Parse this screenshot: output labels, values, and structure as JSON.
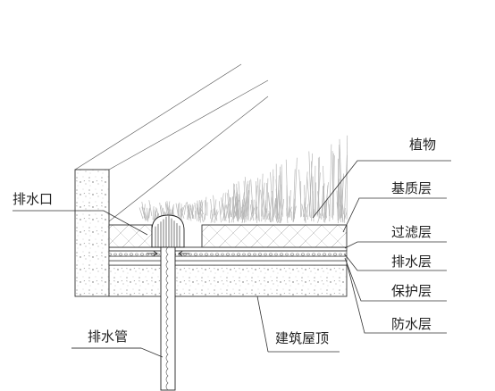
{
  "labels": {
    "plants": "植物",
    "substrate": "基质层",
    "filter": "过滤层",
    "drainage": "排水层",
    "protection": "保护层",
    "waterproof": "防水层",
    "outlet": "排水口",
    "pipe": "排水管",
    "roof": "建筑屋顶"
  }
}
